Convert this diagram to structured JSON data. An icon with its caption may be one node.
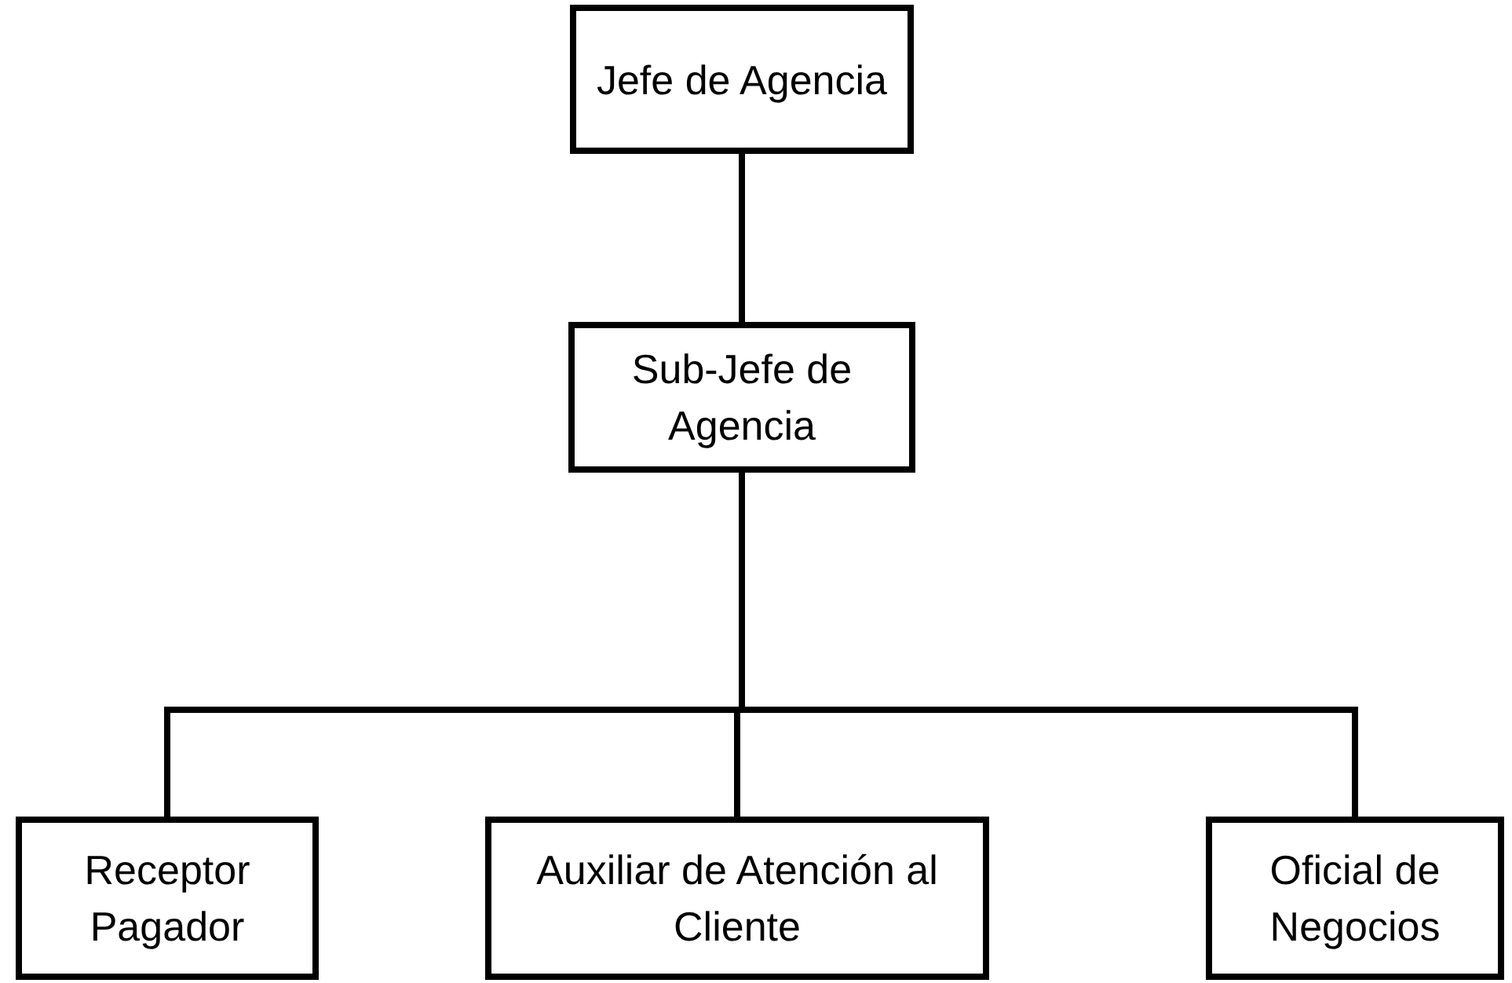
{
  "diagram": {
    "nodes": [
      {
        "text": [
          "Jefe de Agencia"
        ]
      },
      {
        "text": [
          "Sub-Jefe de Agencia"
        ]
      },
      {
        "text": [
          "Receptor Pagador"
        ]
      },
      {
        "text": [
          "Auxiliar de Atención al Cliente"
        ]
      },
      {
        "text": [
          "Oficial de Negocios"
        ]
      }
    ],
    "edges": [
      {
        "from": 0,
        "to": 1,
        "arrow": "none"
      },
      {
        "from": 1,
        "to": 2,
        "arrow": "none"
      },
      {
        "from": 1,
        "to": 3,
        "arrow": "none"
      },
      {
        "from": 1,
        "to": 4,
        "arrow": "none"
      }
    ]
  }
}
